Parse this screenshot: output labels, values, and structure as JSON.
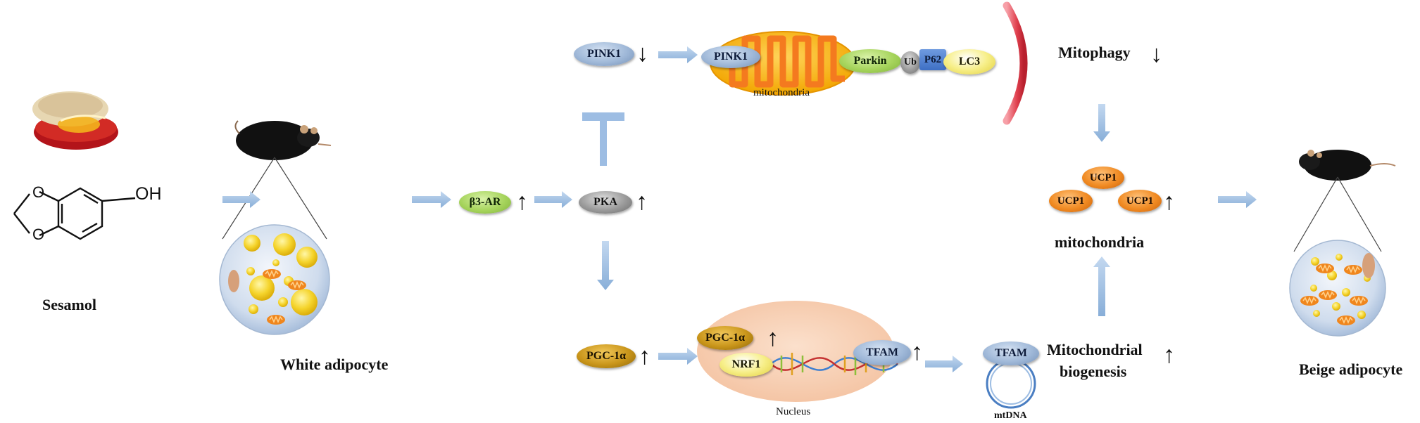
{
  "labels": {
    "sesamol": "Sesamol",
    "white_adipocyte": "White adipocyte",
    "beige_adipocyte": "Beige adipocyte",
    "mitophagy": "Mitophagy",
    "mitochondria_main": "mitochondria",
    "mito_biogenesis_line1": "Mitochondrial",
    "mito_biogenesis_line2": "biogenesis",
    "mitochondria_small": "mitochondria",
    "nucleus": "Nucleus",
    "mtdna": "mtDNA",
    "oh": "OH"
  },
  "nodes": {
    "pink1_a": "PINK1",
    "pink1_b": "PINK1",
    "parkin": "Parkin",
    "ub": "Ub",
    "p62": "P62",
    "lc3": "LC3",
    "b3ar": "β3-AR",
    "pka": "PKA",
    "pgc1a_a": "PGC-1α",
    "pgc1a_b": "PGC-1α",
    "nrf1": "NRF1",
    "tfam_a": "TFAM",
    "tfam_b": "TFAM",
    "ucp1_top": "UCP1",
    "ucp1_left": "UCP1",
    "ucp1_right": "UCP1"
  },
  "indicators": {
    "up": "↑",
    "down": "↓"
  },
  "colors": {
    "arrow": "#9dbde3",
    "mito_outer": "#f5b300",
    "mito_inner": "#f47a1f",
    "membrane": "#e8505b",
    "nucleus": "#f7cdb0"
  }
}
